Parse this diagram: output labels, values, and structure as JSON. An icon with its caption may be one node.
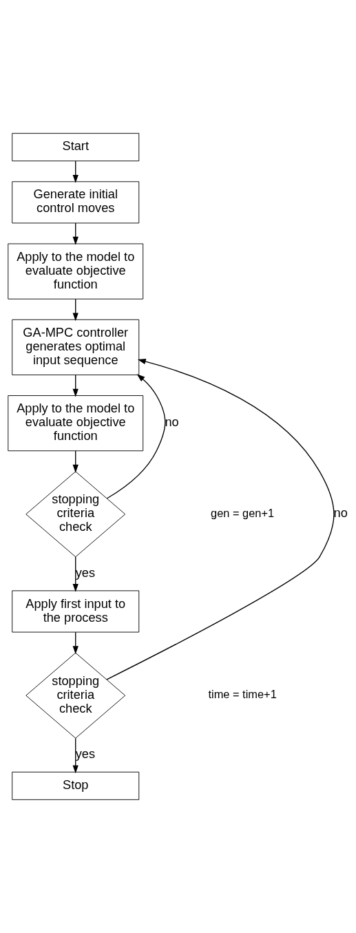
{
  "diagram": {
    "nodes": [
      {
        "text": [
          "Start"
        ]
      },
      {
        "text": [
          "Generate initial control moves"
        ]
      },
      {
        "text": [
          "Apply to the model to evaluate objective function"
        ]
      },
      {
        "text": [
          "GA-MPC controller generates optimal input sequence"
        ]
      },
      {
        "text": [
          "Apply to the model to evaluate objective function"
        ]
      },
      {
        "text": [
          "stopping criteria check"
        ]
      },
      {
        "text": [
          "Apply first input to the process"
        ]
      },
      {
        "text": [
          "stopping criteria check"
        ]
      },
      {
        "text": [
          "Stop"
        ]
      }
    ],
    "edges": [
      {
        "from": 0,
        "to": 1,
        "arrow": "to"
      },
      {
        "from": 1,
        "to": 2,
        "arrow": "to"
      },
      {
        "from": 2,
        "to": 3,
        "arrow": "to"
      },
      {
        "from": 3,
        "to": 4,
        "arrow": "to"
      },
      {
        "from": 4,
        "to": 5,
        "arrow": "to"
      },
      {
        "from": 5,
        "to": 3,
        "label": "no",
        "arrow": "to"
      },
      {
        "from": 5,
        "to": 6,
        "label": "yes",
        "arrow": "to"
      },
      {
        "from": 6,
        "to": 7,
        "arrow": "to"
      },
      {
        "from": 7,
        "to": 3,
        "label": "no",
        "arrow": "to"
      },
      {
        "from": 7,
        "to": 8,
        "label": "yes",
        "arrow": "to"
      }
    ],
    "labels": [
      "gen = gen+1",
      "time = time+1"
    ]
  }
}
